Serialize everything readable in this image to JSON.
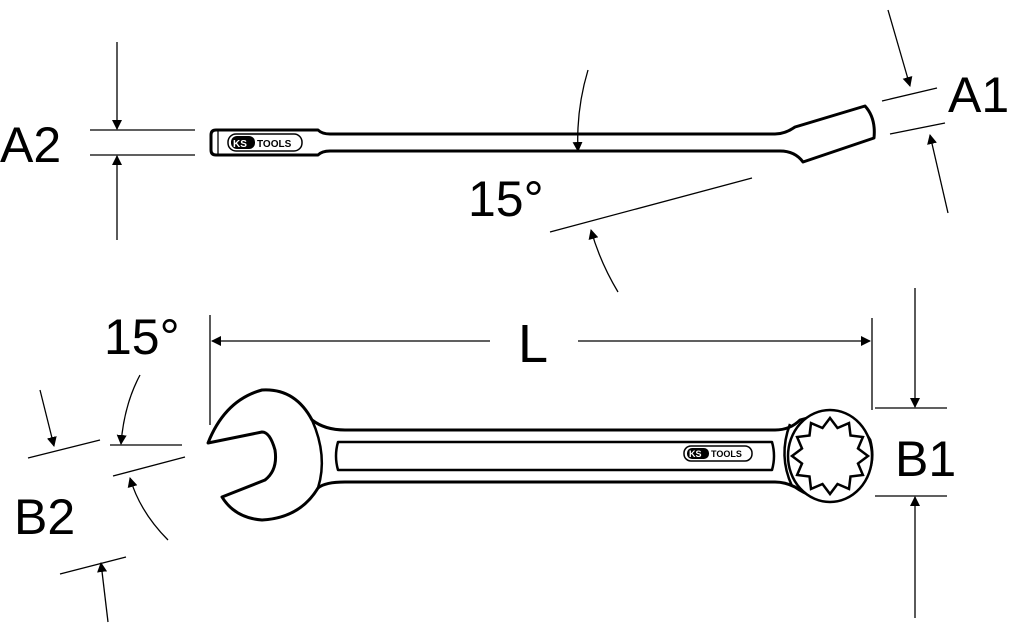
{
  "labels": {
    "a1": "A1",
    "a2": "A2",
    "angle_top": "15°",
    "angle_bottom": "15°",
    "length": "L",
    "b1": "B1",
    "b2": "B2"
  },
  "logo": "KS TOOLS",
  "colors": {
    "line": "#000000",
    "background": "#ffffff"
  }
}
